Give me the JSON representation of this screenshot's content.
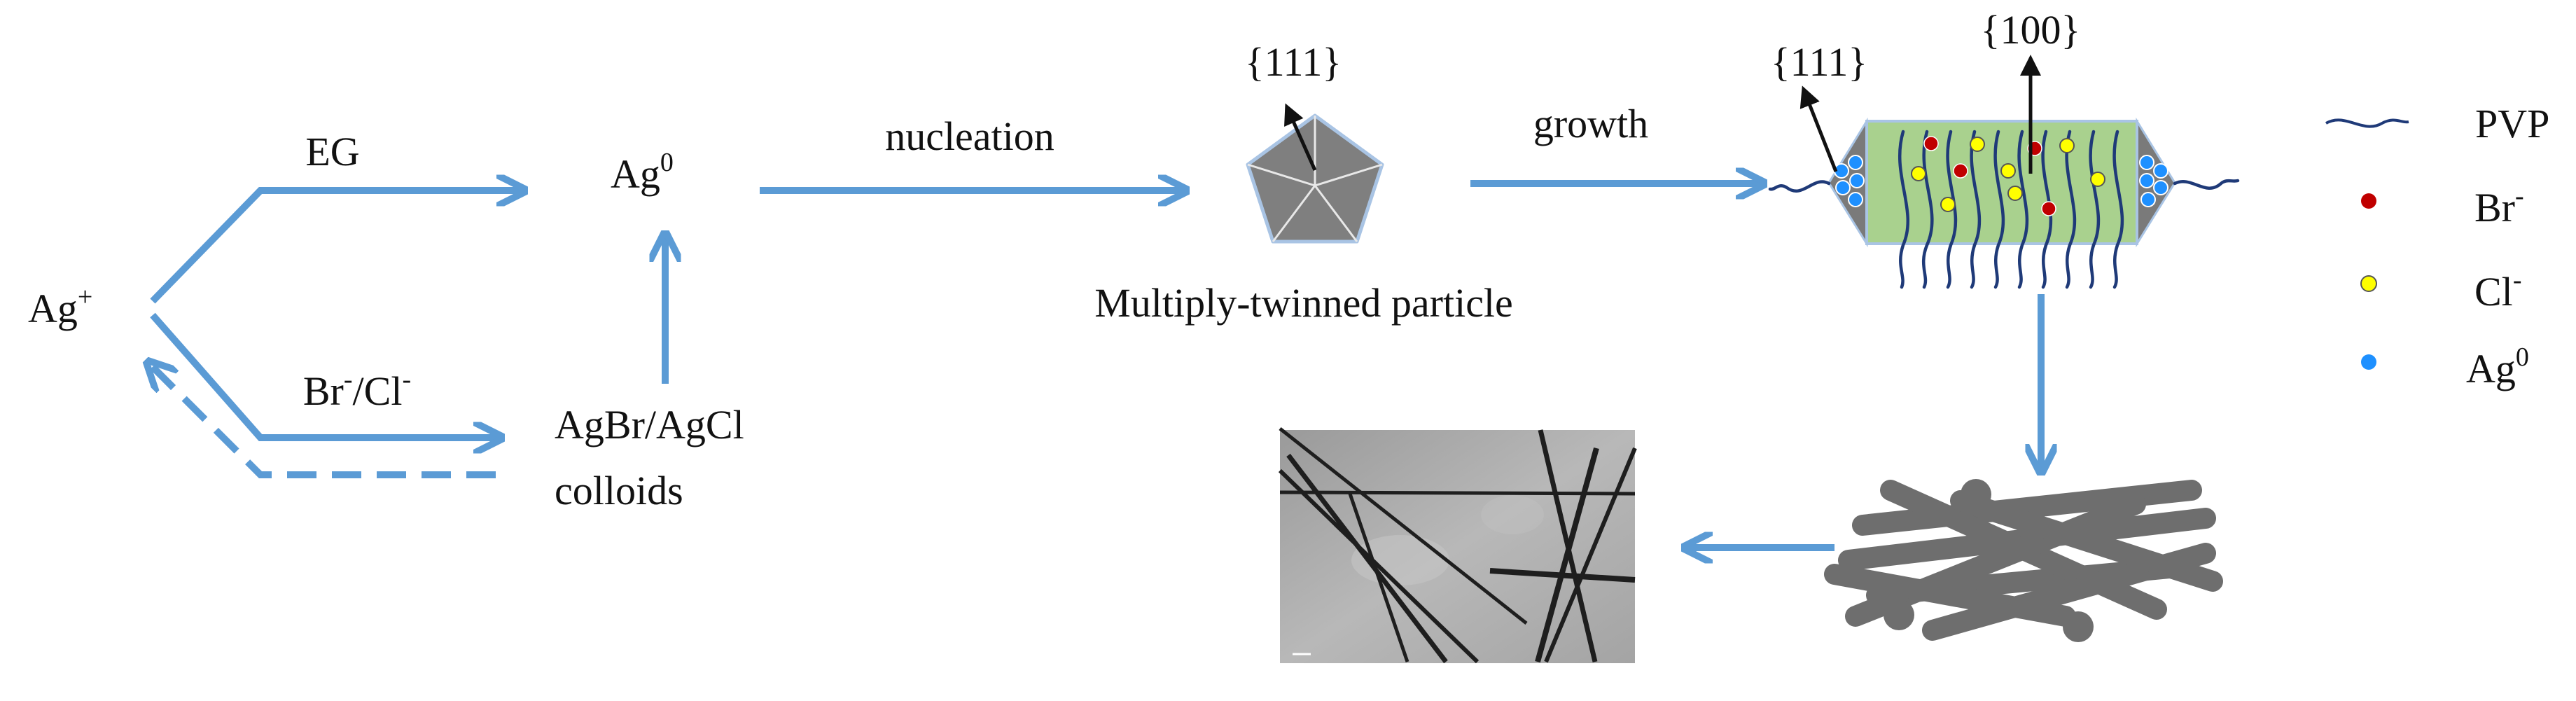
{
  "labels": {
    "ag_plus_base": "Ag",
    "ag_plus_sup": "+",
    "eg": "EG",
    "br_cl_br": "Br",
    "br_cl_sup1": "-",
    "br_cl_slash_cl": "/Cl",
    "br_cl_sup2": "-",
    "ag0_base": "Ag",
    "ag0_sup": "0",
    "colloids_line1": "AgBr/AgCl",
    "colloids_line2": "colloids",
    "nucleation": "nucleation",
    "growth": "growth",
    "mtp_caption": "Multiply-twinned particle",
    "facet_111_pentagon": "{111}",
    "facet_111_rod": "{111}",
    "facet_100_rod": "{100}"
  },
  "legend": {
    "pvp": "PVP",
    "br_base": "Br",
    "br_sup": "-",
    "cl_base": "Cl",
    "cl_sup": "-",
    "ag_base": "Ag",
    "ag_sup": "0"
  },
  "colors": {
    "arrow_blue": "#5b9bd5",
    "pvp_chain": "#1f3a78",
    "rod_body_green": "#a9d18e",
    "rod_tip_gray": "#7a7a7a",
    "nanowire_gray": "#6e6e6e",
    "br_ion_red": "#c00000",
    "cl_ion_yellow": "#ffff00",
    "ag_atom_blue": "#1e90ff"
  }
}
